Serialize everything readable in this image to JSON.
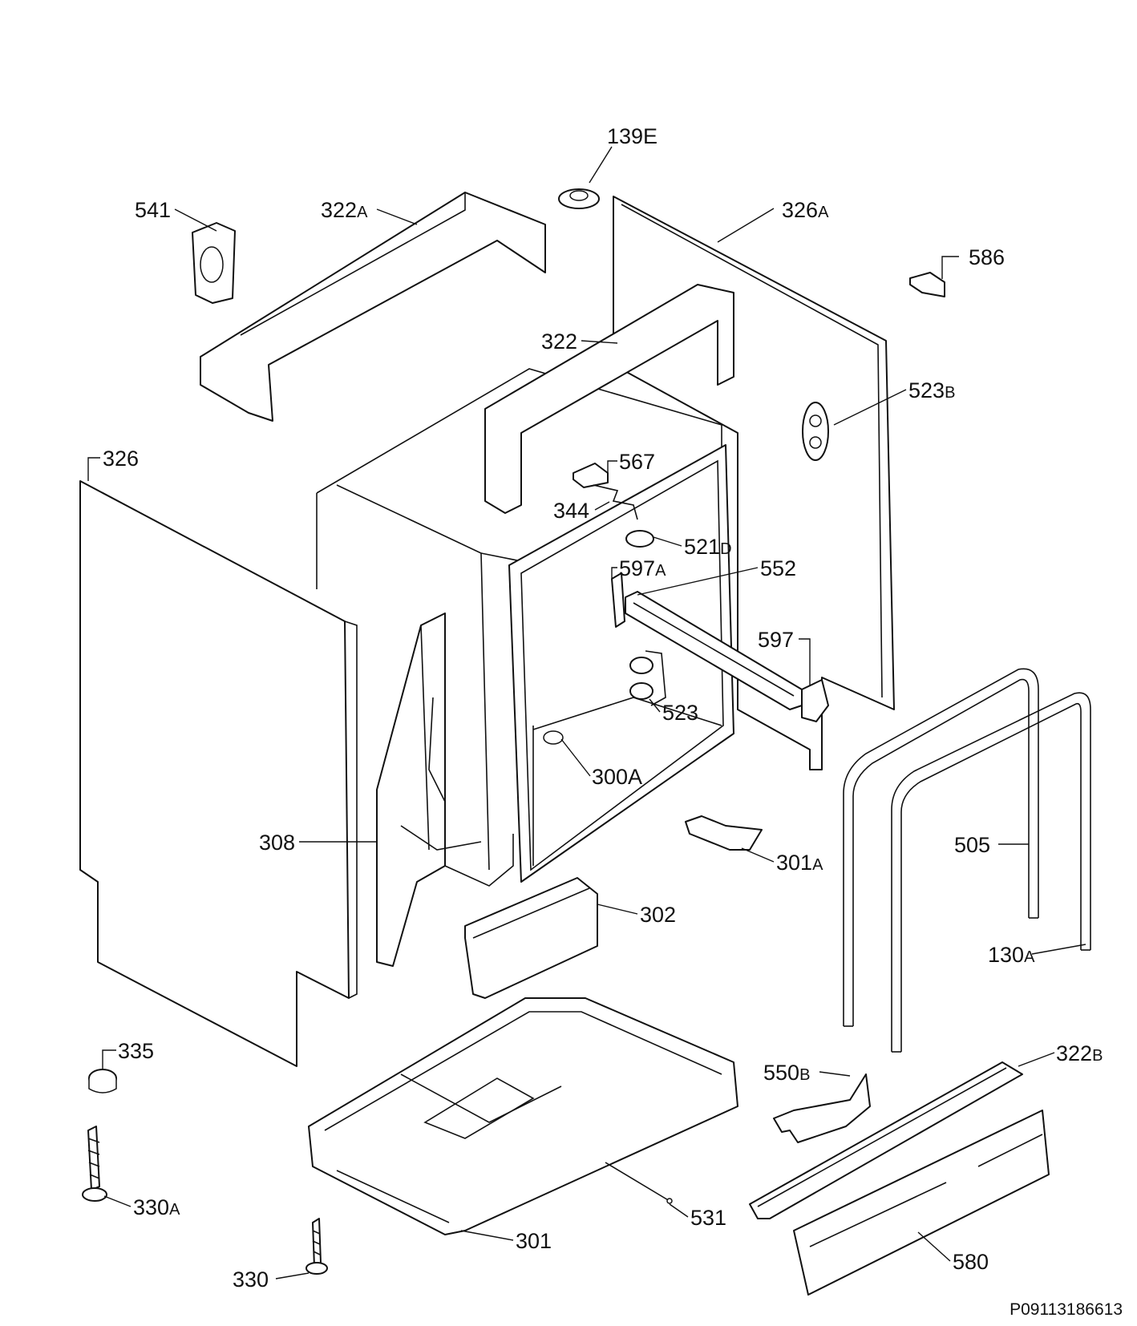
{
  "reference_code": "P09113186613",
  "parts": [
    {
      "id": "139E",
      "num": "139E",
      "suffix": ""
    },
    {
      "id": "541",
      "num": "541",
      "suffix": ""
    },
    {
      "id": "322A",
      "num": "322",
      "suffix": "A"
    },
    {
      "id": "326A",
      "num": "326",
      "suffix": "A"
    },
    {
      "id": "586",
      "num": "586",
      "suffix": ""
    },
    {
      "id": "322",
      "num": "322",
      "suffix": ""
    },
    {
      "id": "523B",
      "num": "523",
      "suffix": "B"
    },
    {
      "id": "326",
      "num": "326",
      "suffix": ""
    },
    {
      "id": "567",
      "num": "567",
      "suffix": ""
    },
    {
      "id": "344",
      "num": "344",
      "suffix": ""
    },
    {
      "id": "521D",
      "num": "521",
      "suffix": "D"
    },
    {
      "id": "597A",
      "num": "597",
      "suffix": "A"
    },
    {
      "id": "552",
      "num": "552",
      "suffix": ""
    },
    {
      "id": "597",
      "num": "597",
      "suffix": ""
    },
    {
      "id": "523",
      "num": "523",
      "suffix": ""
    },
    {
      "id": "300A",
      "num": "300A",
      "suffix": ""
    },
    {
      "id": "308",
      "num": "308",
      "suffix": ""
    },
    {
      "id": "301A",
      "num": "301",
      "suffix": "A"
    },
    {
      "id": "505",
      "num": "505",
      "suffix": ""
    },
    {
      "id": "302",
      "num": "302",
      "suffix": ""
    },
    {
      "id": "130A",
      "num": "130",
      "suffix": "A"
    },
    {
      "id": "335",
      "num": "335",
      "suffix": ""
    },
    {
      "id": "322B",
      "num": "322",
      "suffix": "B"
    },
    {
      "id": "550B",
      "num": "550",
      "suffix": "B"
    },
    {
      "id": "330A",
      "num": "330",
      "suffix": "A"
    },
    {
      "id": "531",
      "num": "531",
      "suffix": ""
    },
    {
      "id": "301",
      "num": "301",
      "suffix": ""
    },
    {
      "id": "580",
      "num": "580",
      "suffix": ""
    },
    {
      "id": "330",
      "num": "330",
      "suffix": ""
    }
  ]
}
